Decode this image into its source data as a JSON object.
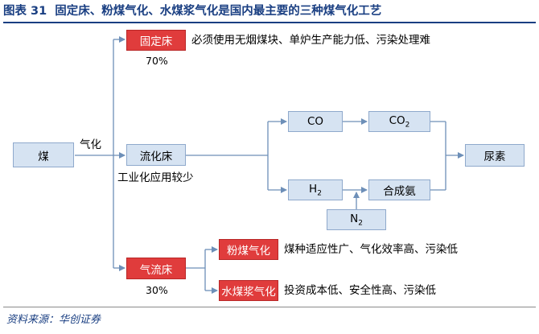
{
  "title": {
    "figure_no": "图表 31",
    "text": "固定床、粉煤气化、水煤浆气化是国内最主要的三种煤气化工艺"
  },
  "nodes": {
    "coal": "煤",
    "fixed_bed": "固定床",
    "fluidized_bed": "流化床",
    "entrained_bed": "气流床",
    "pulverized": "粉煤气化",
    "slurry": "水煤浆气化",
    "co": "CO",
    "co2_base": "CO",
    "co2_sub": "2",
    "h2_base": "H",
    "h2_sub": "2",
    "n2_base": "N",
    "n2_sub": "2",
    "ammonia": "合成氨",
    "urea": "尿素"
  },
  "labels": {
    "gasify": "气化",
    "fixed_bed_desc": "必须使用无烟煤块、单炉生产能力低、污染处理难",
    "fixed_bed_pct": "70%",
    "fluidized_bed_desc": "工业化应用较少",
    "entrained_bed_pct": "30%",
    "pulverized_desc": "煤种适应性广、气化效率高、污染低",
    "slurry_desc": "投资成本低、安全性高、污染低"
  },
  "footer": "资料来源：华创证券",
  "colors": {
    "title_blue": "#1a3f82",
    "box_blue": "#d6e3f2",
    "box_red": "#e03c3c",
    "arrow": "#6d8fb8"
  }
}
